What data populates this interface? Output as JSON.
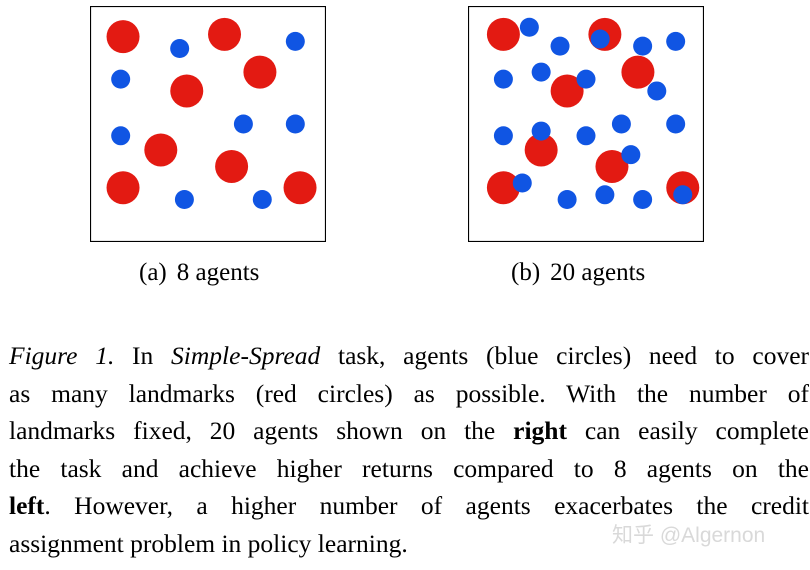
{
  "figure": {
    "panels": [
      {
        "tag": "(a)",
        "label": "8 agents",
        "landmark_color": "#e31a12",
        "agent_color": "#1055e3",
        "landmarks": [
          [
            0.14,
            0.13
          ],
          [
            0.57,
            0.12
          ],
          [
            0.72,
            0.28
          ],
          [
            0.41,
            0.36
          ],
          [
            0.3,
            0.61
          ],
          [
            0.6,
            0.68
          ],
          [
            0.14,
            0.77
          ],
          [
            0.89,
            0.77
          ]
        ],
        "agents": [
          [
            0.38,
            0.18
          ],
          [
            0.87,
            0.15
          ],
          [
            0.13,
            0.31
          ],
          [
            0.65,
            0.5
          ],
          [
            0.87,
            0.5
          ],
          [
            0.13,
            0.55
          ],
          [
            0.4,
            0.82
          ],
          [
            0.73,
            0.82
          ]
        ]
      },
      {
        "tag": "(b)",
        "label": "20 agents",
        "landmark_color": "#e31a12",
        "agent_color": "#1055e3",
        "landmarks": [
          [
            0.15,
            0.12
          ],
          [
            0.58,
            0.12
          ],
          [
            0.72,
            0.28
          ],
          [
            0.42,
            0.36
          ],
          [
            0.31,
            0.61
          ],
          [
            0.61,
            0.68
          ],
          [
            0.15,
            0.77
          ],
          [
            0.91,
            0.77
          ]
        ],
        "agents": [
          [
            0.26,
            0.09
          ],
          [
            0.56,
            0.14
          ],
          [
            0.39,
            0.17
          ],
          [
            0.74,
            0.17
          ],
          [
            0.88,
            0.15
          ],
          [
            0.15,
            0.31
          ],
          [
            0.31,
            0.28
          ],
          [
            0.5,
            0.31
          ],
          [
            0.8,
            0.36
          ],
          [
            0.65,
            0.5
          ],
          [
            0.88,
            0.5
          ],
          [
            0.15,
            0.55
          ],
          [
            0.31,
            0.53
          ],
          [
            0.5,
            0.55
          ],
          [
            0.69,
            0.63
          ],
          [
            0.23,
            0.75
          ],
          [
            0.42,
            0.82
          ],
          [
            0.58,
            0.8
          ],
          [
            0.74,
            0.82
          ],
          [
            0.91,
            0.8
          ]
        ]
      }
    ]
  },
  "caption": {
    "figure_label": "Figure 1.",
    "t1": " In ",
    "task_name": "Simple-Spread",
    "t2": " task, agents (blue circles) need to cover",
    "line2": "as many landmarks (red circles) as possible. With the number of",
    "t3": "landmarks fixed, 20 agents shown on the ",
    "right": "right",
    "t4": " can easily complete",
    "line4": "the task and achieve higher returns compared to 8 agents on the",
    "left": "left",
    "t5": ".  However, a higher number of agents exacerbates the credit",
    "line6": "assignment problem in policy learning."
  },
  "watermark": "知乎 @Algernon"
}
